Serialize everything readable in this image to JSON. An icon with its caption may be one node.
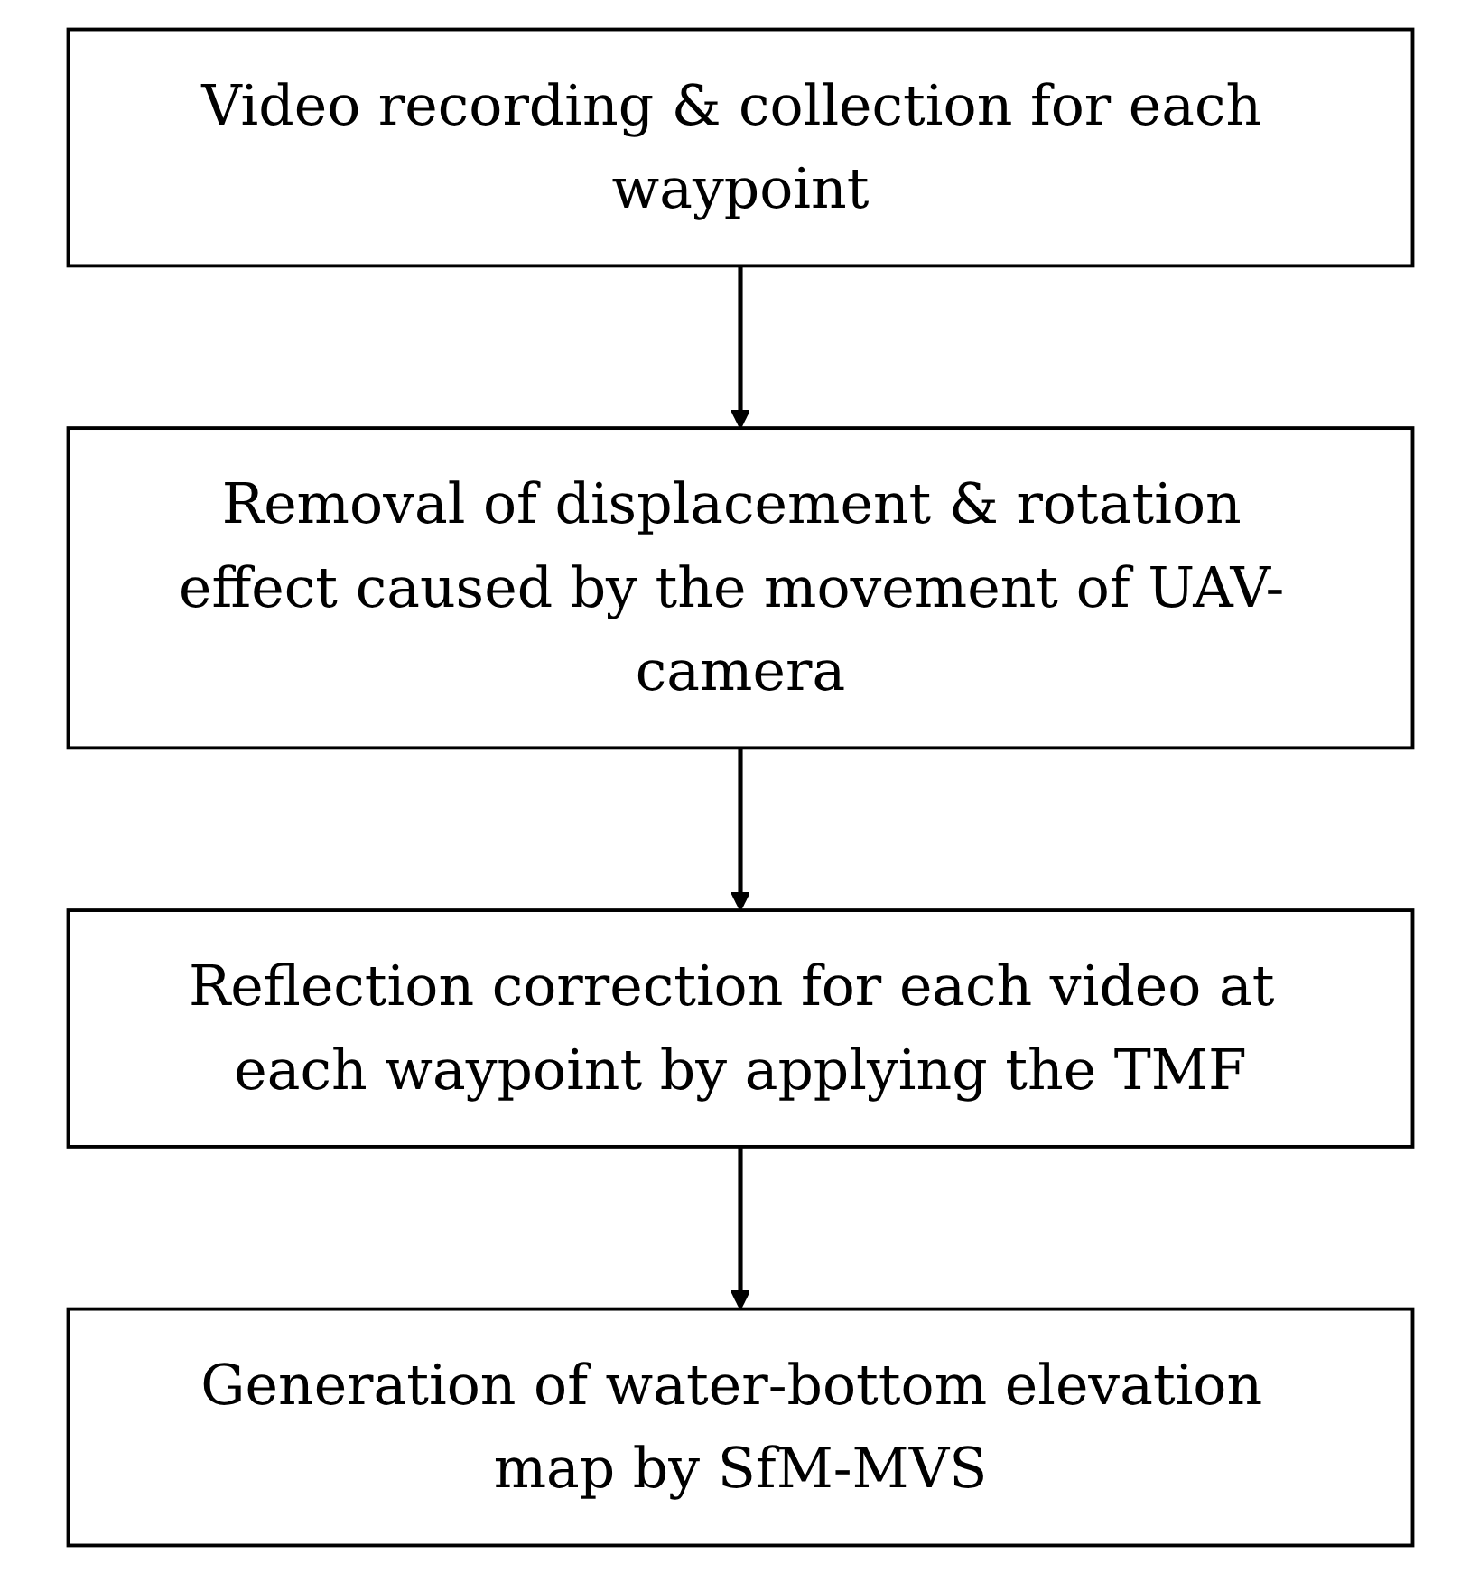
{
  "diagram": {
    "nodes": [
      {
        "text": [
          "Video recording & collection for each waypoint"
        ]
      },
      {
        "text": [
          "Removal of displacement & rotation effect caused by the movement of UAV- camera"
        ]
      },
      {
        "text": [
          "Reflection correction for each video at each waypoint by applying the TMF"
        ]
      },
      {
        "text": [
          "Generation of water-bottom elevation map by SfM-MVS"
        ]
      }
    ],
    "edges": [
      {
        "from": 0,
        "to": 1,
        "arrow": "to"
      },
      {
        "from": 1,
        "to": 2,
        "arrow": "to"
      },
      {
        "from": 2,
        "to": 3,
        "arrow": "to"
      }
    ]
  }
}
